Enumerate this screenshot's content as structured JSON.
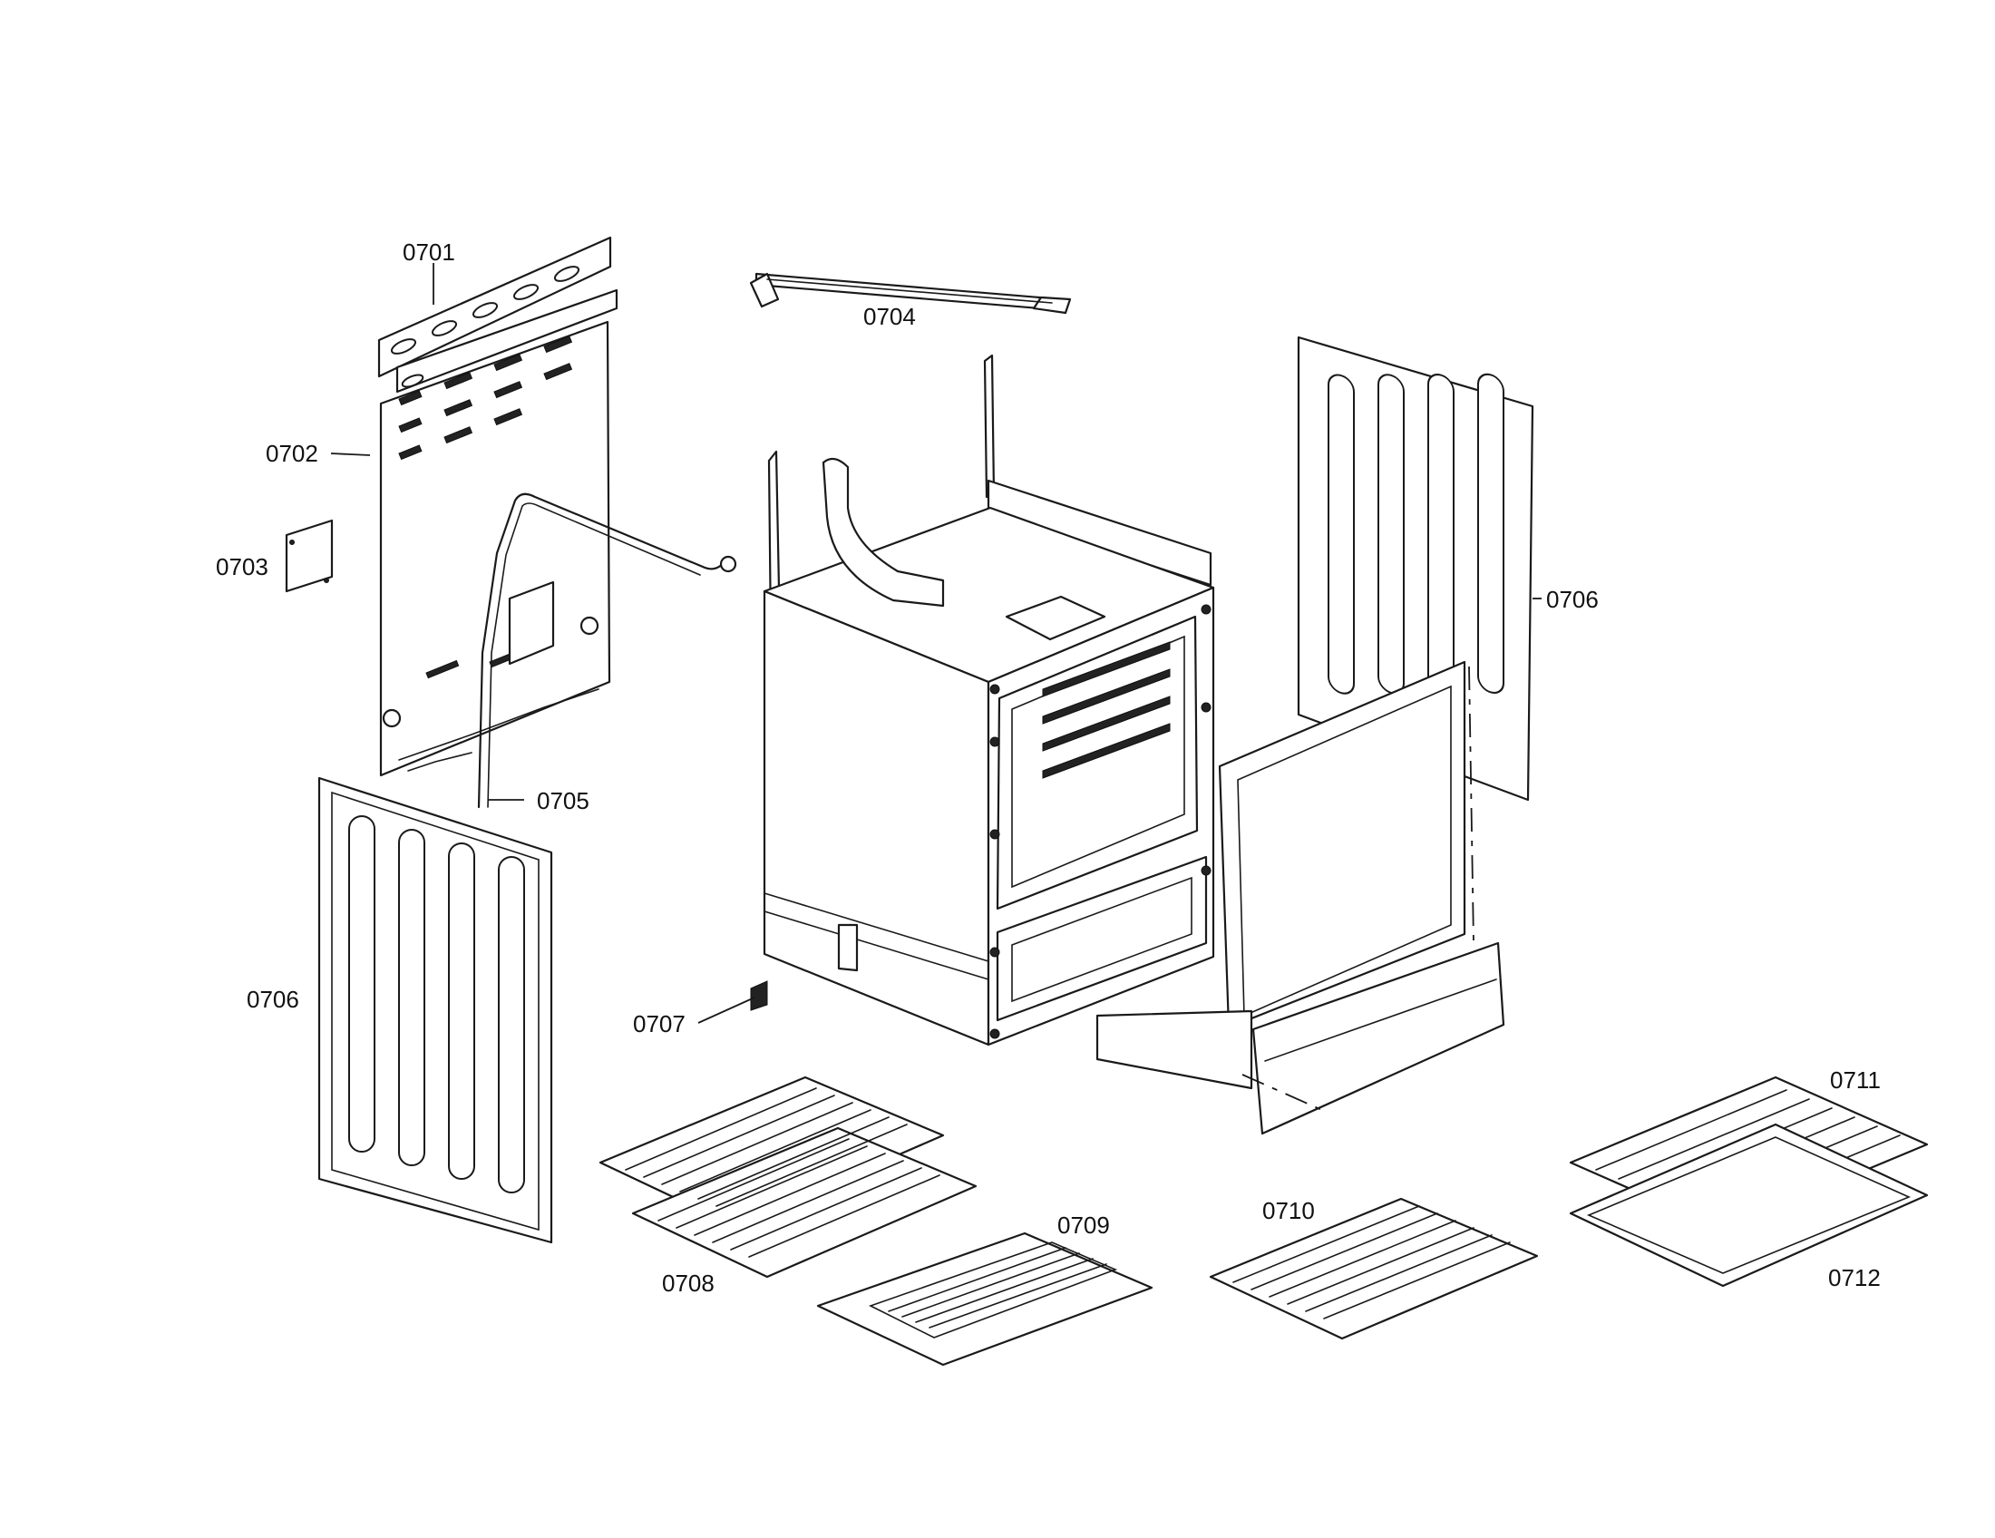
{
  "callouts": [
    {
      "id": "0701",
      "label": "0701",
      "part": "top-trim-panel"
    },
    {
      "id": "0702",
      "label": "0702",
      "part": "rear-panel"
    },
    {
      "id": "0703",
      "label": "0703",
      "part": "access-cover"
    },
    {
      "id": "0704",
      "label": "0704",
      "part": "top-frame-rail"
    },
    {
      "id": "0705",
      "label": "0705",
      "part": "gas-tube"
    },
    {
      "id": "0706a",
      "label": "0706",
      "part": "side-panel-right"
    },
    {
      "id": "0706b",
      "label": "0706",
      "part": "side-panel-left"
    },
    {
      "id": "0707",
      "label": "0707",
      "part": "leveling-leg"
    },
    {
      "id": "0708",
      "label": "0708",
      "part": "oven-racks"
    },
    {
      "id": "0709",
      "label": "0709",
      "part": "gliding-rack"
    },
    {
      "id": "0710",
      "label": "0710",
      "part": "half-rack"
    },
    {
      "id": "0711",
      "label": "0711",
      "part": "broil-pan-grid"
    },
    {
      "id": "0712",
      "label": "0712",
      "part": "broil-pan"
    }
  ]
}
